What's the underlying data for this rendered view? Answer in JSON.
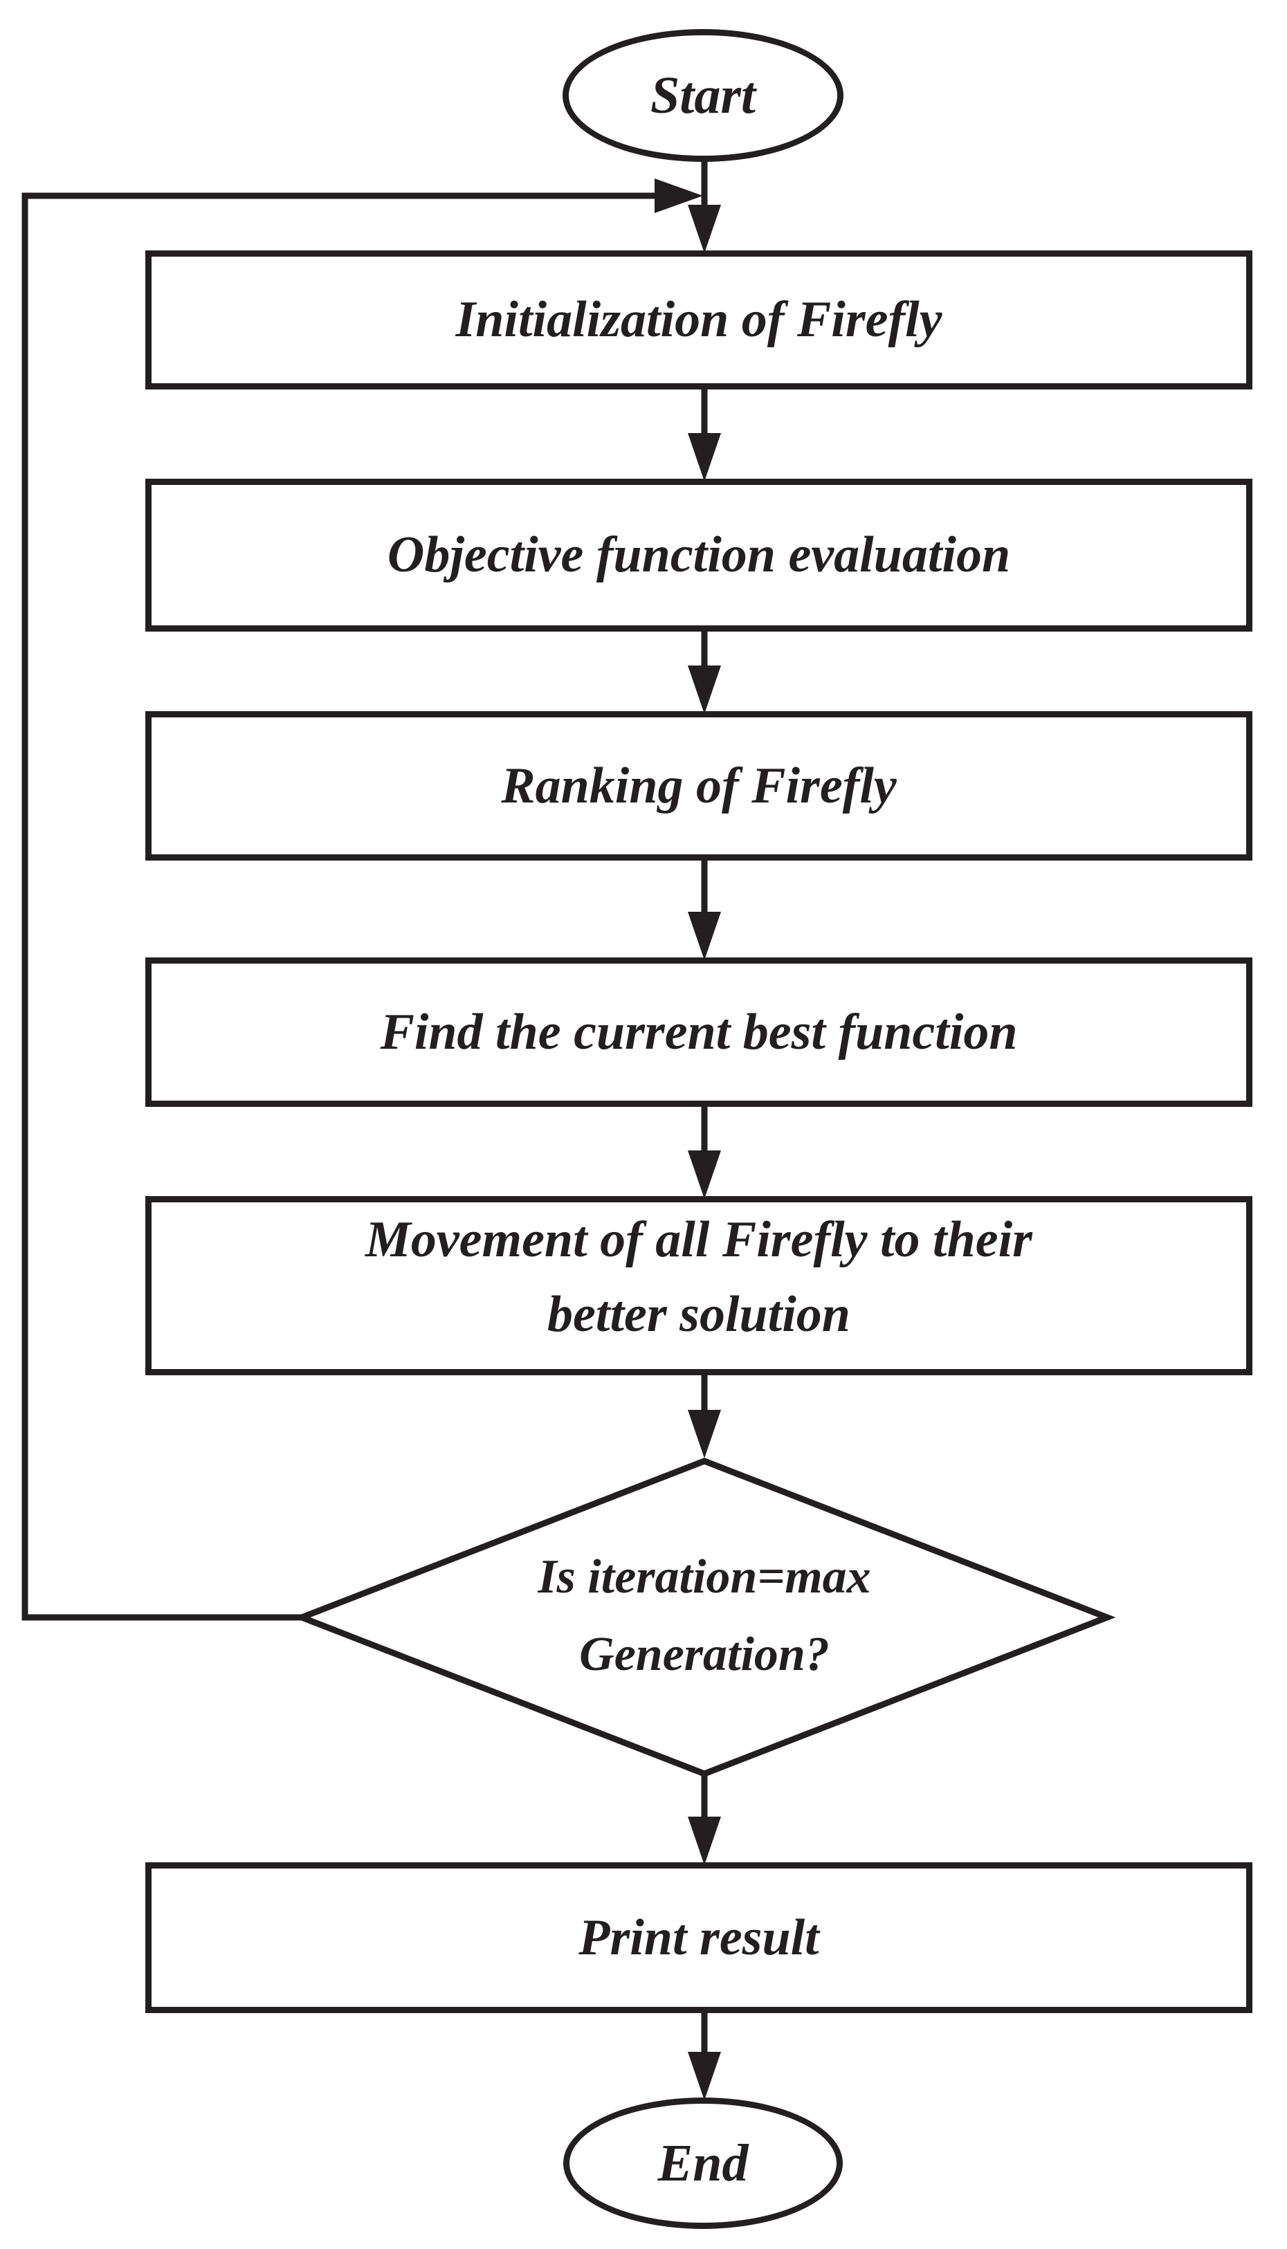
{
  "flowchart": {
    "figure_type": "flowchart",
    "colors": {
      "stroke": "#231f20",
      "text": "#231f20",
      "background": "#ffffff"
    },
    "nodes": {
      "start": {
        "type": "terminator",
        "label": "Start"
      },
      "init": {
        "type": "process",
        "label": "Initialization of Firefly"
      },
      "objective": {
        "type": "process",
        "label": "Objective function evaluation"
      },
      "ranking": {
        "type": "process",
        "label": "Ranking of Firefly"
      },
      "best": {
        "type": "process",
        "label": "Find the current best function"
      },
      "movement": {
        "type": "process",
        "lines": [
          "Movement of all Firefly to their",
          "better solution"
        ]
      },
      "decision": {
        "type": "decision",
        "lines": [
          "Is iteration=max",
          "Generation?"
        ]
      },
      "print": {
        "type": "process",
        "label": "Print result"
      },
      "end": {
        "type": "terminator",
        "label": "End"
      }
    },
    "edges": [
      {
        "from": "start",
        "to": "init"
      },
      {
        "from": "init",
        "to": "objective"
      },
      {
        "from": "objective",
        "to": "ranking"
      },
      {
        "from": "ranking",
        "to": "best"
      },
      {
        "from": "best",
        "to": "movement"
      },
      {
        "from": "movement",
        "to": "decision"
      },
      {
        "from": "decision",
        "to": "print"
      },
      {
        "from": "decision",
        "to": "init",
        "kind": "loop-back"
      },
      {
        "from": "print",
        "to": "end"
      }
    ]
  }
}
